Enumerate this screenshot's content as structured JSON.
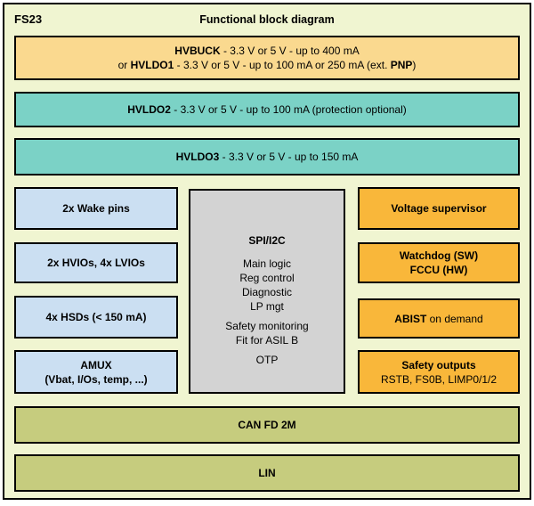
{
  "colors": {
    "diagram_background": "#f0f5d1",
    "regulator_buck_fill": "#fad98f",
    "regulator_ldo_fill": "#7bd2c6",
    "io_block_fill": "#cbdff2",
    "core_block_fill": "#d3d3d3",
    "safety_block_fill": "#f9b73a",
    "comm_block_fill": "#c6cc7e",
    "border": "#000000",
    "text": "#000000"
  },
  "header": {
    "part_number": "FS23",
    "title": "Functional block diagram"
  },
  "blocks": {
    "hvbuck": {
      "line1": [
        {
          "t": "HVBUCK",
          "b": 1
        },
        {
          "t": " - 3.3 V or 5 V - up to 400 mA",
          "b": 0
        }
      ],
      "line2": [
        {
          "t": "or ",
          "b": 0
        },
        {
          "t": "HVLDO1",
          "b": 1
        },
        {
          "t": " - 3.3 V or 5 V - up to 100 mA or 250 mA (ext. ",
          "b": 0
        },
        {
          "t": "PNP",
          "b": 1
        },
        {
          "t": ")",
          "b": 0
        }
      ]
    },
    "hvldo2": {
      "line": [
        {
          "t": "HVLDO2",
          "b": 1
        },
        {
          "t": " - 3.3 V or 5 V - up to 100 mA (protection optional)",
          "b": 0
        }
      ]
    },
    "hvldo3": {
      "line": [
        {
          "t": "HVLDO3",
          "b": 1
        },
        {
          "t": " - 3.3 V or 5 V - up to 150 mA",
          "b": 0
        }
      ]
    },
    "io_column": [
      {
        "lines": [
          "2x Wake pins"
        ]
      },
      {
        "lines": [
          "2x HVIOs, 4x LVIOs"
        ]
      },
      {
        "lines": [
          "4x HSDs (< 150 mA)"
        ]
      },
      {
        "lines": [
          "AMUX",
          "(Vbat, I/Os, temp, ...)"
        ]
      }
    ],
    "core": {
      "title": "SPI/I2C",
      "functions": [
        "Main logic",
        "Reg control",
        "Diagnostic",
        "LP mgt"
      ],
      "safety": [
        "Safety monitoring",
        "Fit for ASIL B"
      ],
      "memory": "OTP"
    },
    "safety_column": [
      {
        "lines": [
          [
            {
              "t": "Voltage supervisor",
              "b": 1
            }
          ]
        ]
      },
      {
        "lines": [
          [
            {
              "t": "Watchdog (SW)",
              "b": 1
            }
          ],
          [
            {
              "t": "FCCU (HW)",
              "b": 1
            }
          ]
        ]
      },
      {
        "lines": [
          [
            {
              "t": "ABIST",
              "b": 1
            },
            {
              "t": " on demand",
              "b": 0
            }
          ]
        ]
      },
      {
        "lines": [
          [
            {
              "t": "Safety outputs",
              "b": 1
            }
          ],
          [
            {
              "t": "RSTB, FS0B, LIMP0/1/2",
              "b": 0
            }
          ]
        ]
      }
    ],
    "can": "CAN FD 2M",
    "lin": "LIN"
  }
}
